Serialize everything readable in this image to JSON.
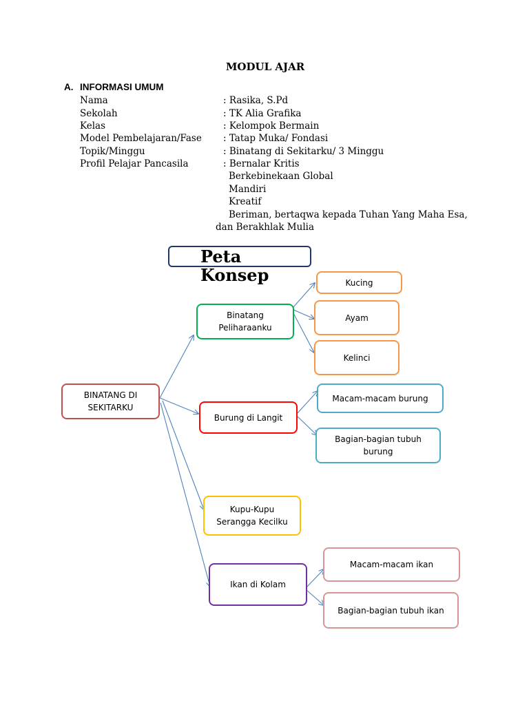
{
  "doc": {
    "title": "MODUL AJAR",
    "section": {
      "letter": "A.",
      "title": "INFORMASI UMUM"
    },
    "info": [
      {
        "label": "Nama",
        "value": ": Rasika, S.Pd"
      },
      {
        "label": "Sekolah",
        "value": ": TK Alia Grafika"
      },
      {
        "label": "Kelas",
        "value": ": Kelompok Bermain"
      },
      {
        "label": "Model Pembelajaran/Fase",
        "value": ": Tatap Muka/ Fondasi"
      },
      {
        "label": "Topik/Minggu",
        "value": ": Binatang di Sekitarku/ 3 Minggu"
      },
      {
        "label": "Profil Pelajar Pancasila",
        "value": ": Bernalar Kritis"
      }
    ],
    "profil_more": [
      "Berkebinekaan Global",
      "Mandiri",
      "Kreatif",
      "Beriman, bertaqwa kepada Tuhan Yang Maha Esa,"
    ],
    "profil_last": "dan Berakhlak Mulia"
  },
  "concept_map": {
    "title": "Peta Konsep",
    "root": "BINATANG DI SEKITARKU",
    "peliharaan": "Binatang Peliharaanku",
    "kucing": "Kucing",
    "ayam": "Ayam",
    "kelinci": "Kelinci",
    "burung": "Burung di Langit",
    "macam_burung": "Macam-macam burung",
    "bagian_burung": "Bagian-bagian tubuh burung",
    "kupu": "Kupu-Kupu Serangga Kecilku",
    "ikan": "Ikan di Kolam",
    "macam_ikan": "Macam-macam ikan",
    "bagian_ikan": "Bagian-bagian tubuh ikan"
  },
  "colors": {
    "arrow": "#4f81bd",
    "root_border": "#c0504d",
    "peliharaan_border": "#00b050",
    "leaf_orange": "#f79646",
    "burung_border": "#ff0000",
    "leaf_blue": "#4bacc6",
    "kupu_border": "#ffc000",
    "ikan_border": "#7030a0",
    "leaf_pink": "#d99594"
  }
}
